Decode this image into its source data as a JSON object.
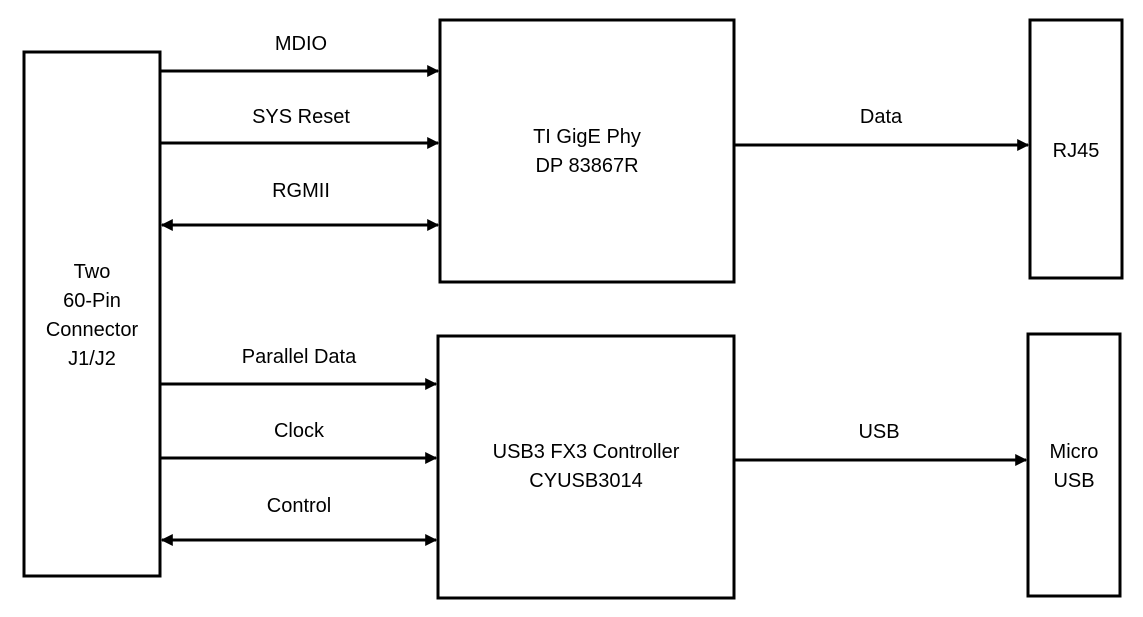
{
  "blocks": {
    "connector": {
      "lines": [
        "Two",
        "60-Pin",
        "Connector",
        "J1/J2"
      ]
    },
    "phy": {
      "lines": [
        "TI GigE Phy",
        "DP 83867R"
      ]
    },
    "rj45": {
      "lines": [
        "RJ45"
      ]
    },
    "usb_ctrl": {
      "lines": [
        "USB3 FX3 Controller",
        "CYUSB3014"
      ]
    },
    "micro_usb": {
      "lines": [
        "Micro",
        "USB"
      ]
    }
  },
  "signals": {
    "mdio": "MDIO",
    "sys_reset": "SYS Reset",
    "rgmii": "RGMII",
    "data": "Data",
    "parallel_data": "Parallel Data",
    "clock": "Clock",
    "control": "Control",
    "usb": "USB"
  }
}
